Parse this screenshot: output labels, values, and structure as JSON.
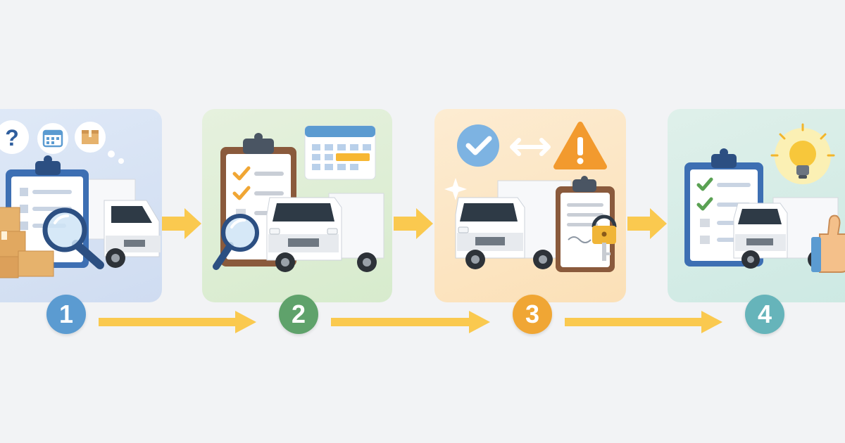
{
  "steps": [
    {
      "number": "1",
      "color": "#5b9bd1"
    },
    {
      "number": "2",
      "color": "#5fa26b"
    },
    {
      "number": "3",
      "color": "#f0a634"
    },
    {
      "number": "4",
      "color": "#66b4ba"
    }
  ],
  "colors": {
    "arrow": "#fac94f",
    "truck_body": "#ffffff",
    "clipboard_blue": "#3d6fb3",
    "clipboard_brown": "#8a5a3c",
    "check_green": "#5aa153",
    "warning_orange": "#f29a2e",
    "box_tan": "#e6b26c"
  }
}
